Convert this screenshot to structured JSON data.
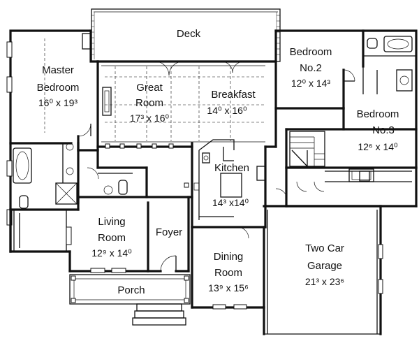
{
  "plan": {
    "rooms": [
      {
        "id": "deck",
        "name": "Deck",
        "dims": ""
      },
      {
        "id": "master-bedroom",
        "name": "Master",
        "name2": "Bedroom",
        "dims": "16⁰ x 19³"
      },
      {
        "id": "great-room",
        "name": "Great",
        "name2": "Room",
        "dims": "17³ x 16⁰"
      },
      {
        "id": "breakfast",
        "name": "Breakfast",
        "dims": "14⁰ x 16⁰"
      },
      {
        "id": "bedroom-2",
        "name": "Bedroom",
        "name2": "No.2",
        "dims": "12⁰ x 14³"
      },
      {
        "id": "bedroom-3",
        "name": "Bedroom",
        "name2": "No.3",
        "dims": "12⁶ x 14⁰"
      },
      {
        "id": "kitchen",
        "name": "Kitchen",
        "dims": "14³ x14⁰"
      },
      {
        "id": "living-room",
        "name": "Living",
        "name2": "Room",
        "dims": "12⁹ x 14⁰"
      },
      {
        "id": "foyer",
        "name": "Foyer",
        "dims": ""
      },
      {
        "id": "dining-room",
        "name": "Dining",
        "name2": "Room",
        "dims": "13⁹ x 15⁶"
      },
      {
        "id": "garage",
        "name": "Two Car",
        "name2": "Garage",
        "dims": "21³ x 23⁶"
      },
      {
        "id": "porch",
        "name": "Porch",
        "dims": ""
      }
    ]
  }
}
